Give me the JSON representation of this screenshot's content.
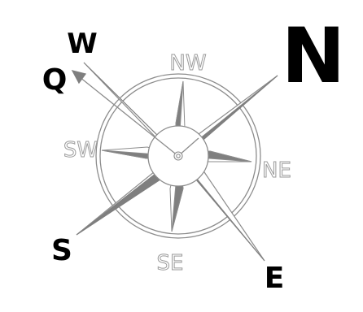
{
  "labels": {
    "n": "N",
    "w": "W",
    "q": "Q",
    "s": "S",
    "e": "E",
    "nw": "NW",
    "ne": "NE",
    "sw": "SW",
    "se": "SE"
  },
  "colors": {
    "background": "#ffffff",
    "point_fill": "#7f7f7f",
    "outline": "#8c8c8c",
    "bold_text": "#000000",
    "light_text_stroke": "#9a9a9a"
  },
  "icons": {
    "center": "compass-pivot-icon",
    "pointer": "arrow-icon"
  }
}
